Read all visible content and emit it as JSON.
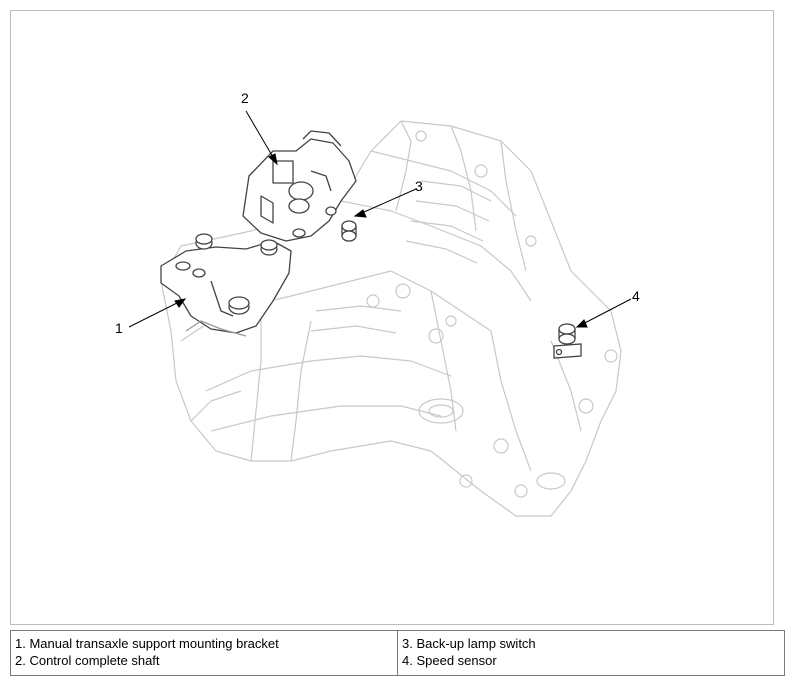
{
  "callouts": [
    "1",
    "2",
    "3",
    "4"
  ],
  "legend": {
    "left": [
      "1. Manual transaxle support mounting bracket",
      "2. Control complete shaft"
    ],
    "right": [
      "3. Back-up lamp switch",
      "4. Speed sensor"
    ]
  }
}
